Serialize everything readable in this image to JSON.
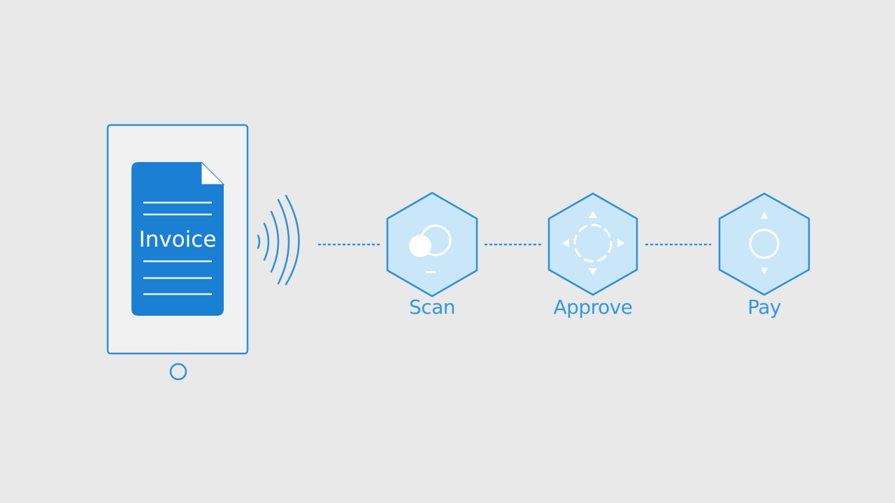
{
  "colors": {
    "background": "#e9e9ea",
    "accent": "#2f8fd8",
    "accent_dark": "#1b7fd3",
    "hex_fill": "#c9e7f8",
    "label": "#3497db",
    "device_screen": "#f1f1f2"
  },
  "device": {
    "document_label": "Invoice"
  },
  "steps": [
    {
      "label": "Scan",
      "icon": "scan-icon"
    },
    {
      "label": "Approve",
      "icon": "approve-icon"
    },
    {
      "label": "Pay",
      "icon": "pay-icon"
    }
  ]
}
